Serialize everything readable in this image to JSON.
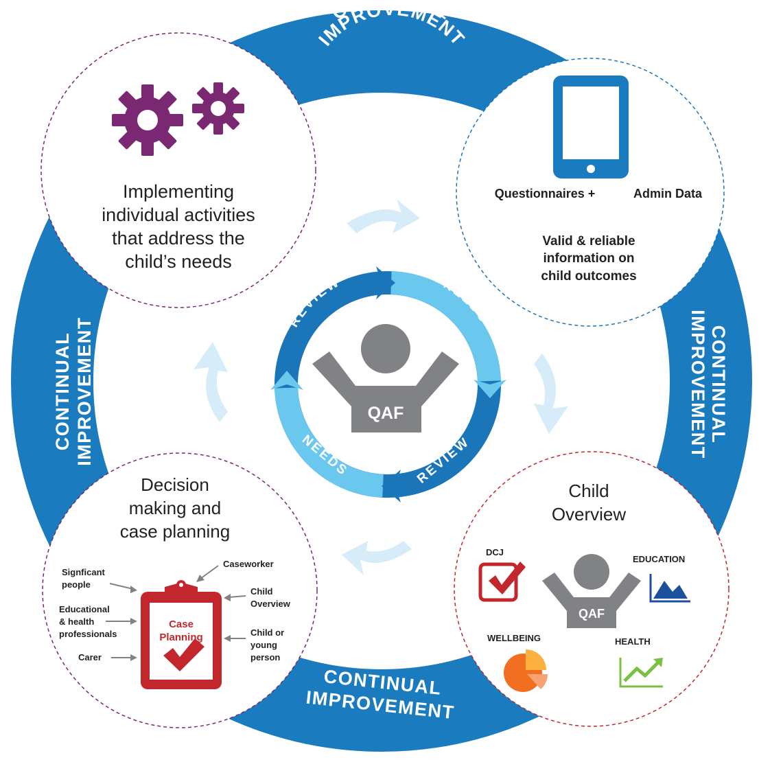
{
  "colors": {
    "ring_blue": "#1a7bbf",
    "light_arrow": "#d6ecf8",
    "inner_dark": "#1b75b9",
    "inner_light": "#6ac7ee",
    "figure_gray": "#808285",
    "gear_purple": "#7b2873",
    "case_red": "#c1272d",
    "education_blue": "#1c4f9c",
    "wellbeing_orange": "#f26f21",
    "health_green": "#7ac043"
  },
  "outer_ring": {
    "top_label": [
      "CONTINUAL",
      "IMPROVEMENT"
    ],
    "right_label": [
      "CONTINUAL",
      "IMPROVEMENT"
    ],
    "bottom_label": [
      "CONTINUAL",
      "IMPROVEMENT"
    ],
    "left_label": [
      "CONTINUAL",
      "IMPROVEMENT"
    ]
  },
  "top_left_circle": {
    "icon": "gears-icon",
    "text": [
      "Implementing",
      "individual activities",
      "that address the",
      "child’s needs"
    ]
  },
  "top_right_circle": {
    "icon": "tablet-icon",
    "data_label_left": "Questionnaires +",
    "data_label_right": "Admin Data",
    "info": [
      "Valid & reliable",
      "information on",
      "child outcomes"
    ]
  },
  "bottom_left_circle": {
    "title": [
      "Decision",
      "making and",
      "case planning"
    ],
    "clipboard": [
      "Case",
      "Planning"
    ],
    "left_labels": [
      [
        "Signficant",
        "people"
      ],
      [
        "Educational",
        "& health",
        "professionals"
      ],
      [
        "Carer"
      ]
    ],
    "right_labels": [
      [
        "Caseworker"
      ],
      [
        "Child",
        "Overview"
      ],
      [
        "Child or",
        "young",
        "person"
      ]
    ]
  },
  "bottom_right_circle": {
    "title": [
      "Child",
      "Overview"
    ],
    "dcj": "DCJ",
    "education": "EDUCATION",
    "wellbeing": "WELLBEING",
    "health": "HEALTH",
    "badge": "QAF"
  },
  "center": {
    "badge": "QAF",
    "review_top": "REVIEW",
    "needs_top": "NEEDS",
    "review_bottom": "REVIEW",
    "needs_bottom": "NEEDS"
  }
}
